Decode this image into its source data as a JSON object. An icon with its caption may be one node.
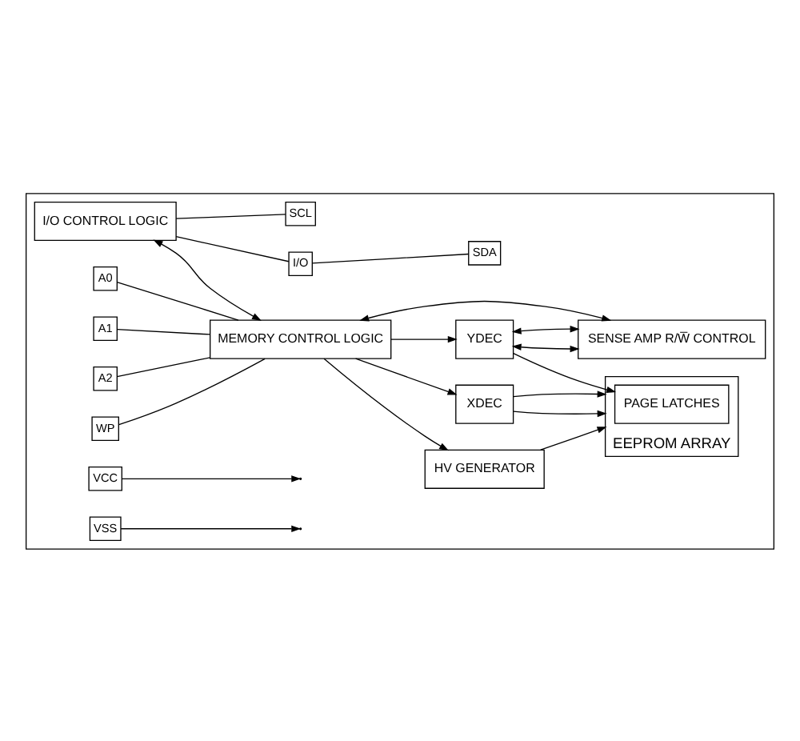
{
  "diagram": {
    "nodes": [
      {
        "text": [],
        "shape": "box"
      },
      {
        "text": [
          "I/O CONTROL LOGIC"
        ],
        "in": 0
      },
      {
        "text": [
          "MEMORY CONTROL LOGIC"
        ],
        "in": 0
      },
      {
        "text": [
          "A0"
        ],
        "in": 0
      },
      {
        "text": [
          "A1"
        ],
        "in": 0
      },
      {
        "text": [
          "A2"
        ],
        "in": 0
      },
      {
        "text": [
          "WP"
        ],
        "in": 0
      },
      {
        "text": [
          "HV GENERATOR"
        ],
        "in": 0
      },
      {
        "text": [
          "XDEC"
        ],
        "in": 0
      },
      {
        "text": [
          "EEPROM ARRAY"
        ],
        "in": 0
      },
      {
        "text": [
          "PAGE LATCHES"
        ],
        "in": 9
      },
      {
        "text": [
          "I/O"
        ],
        "in": 0
      },
      {
        "text": [
          "SCL"
        ],
        "in": 0
      },
      {
        "text": [
          "SDA"
        ],
        "in": 0
      },
      {
        "text": [
          "YDEC"
        ],
        "in": 0
      },
      {
        "text": [
          "VCC"
        ],
        "in": 0
      },
      {
        "text": [
          "VSS"
        ],
        "in": 0
      },
      {
        "text": [
          "SENSE AMP R/W̅ CONTROL"
        ],
        "in": 0
      }
    ],
    "edges": [
      {
        "from": 3,
        "to": 2,
        "arrow": "none"
      },
      {
        "from": 4,
        "to": 2,
        "arrow": "none"
      },
      {
        "from": 5,
        "to": 2,
        "arrow": "none"
      },
      {
        "from": 6,
        "to": 2,
        "arrow": "none"
      },
      {
        "from": 1,
        "to": 2,
        "arrow": "both"
      },
      {
        "from": 2,
        "to": 7,
        "arrow": "to"
      },
      {
        "from": 2,
        "to": 8,
        "arrow": "to"
      },
      {
        "from": 7,
        "to": 9,
        "arrow": "to"
      },
      {
        "from": 8,
        "to": 9,
        "arrow": "to"
      },
      {
        "from": 8,
        "to": 9,
        "arrow": "to"
      },
      {
        "from": 2,
        "to": 14,
        "arrow": "to"
      },
      {
        "from": 14,
        "to": 10,
        "arrow": "to"
      },
      {
        "from": 1,
        "to": 11,
        "arrow": "none"
      },
      {
        "from": 11,
        "to": 13,
        "arrow": "none"
      },
      {
        "from": 1,
        "to": 12,
        "arrow": "none"
      },
      {
        "from": 14,
        "to": 17,
        "arrow": "both"
      },
      {
        "from": 14,
        "to": 17,
        "arrow": "both"
      },
      {
        "from": 17,
        "to": 2,
        "arrow": "both"
      },
      {
        "from": 15,
        "to": null,
        "arrow": "to"
      },
      {
        "from": 16,
        "to": null,
        "arrow": "to"
      }
    ]
  }
}
